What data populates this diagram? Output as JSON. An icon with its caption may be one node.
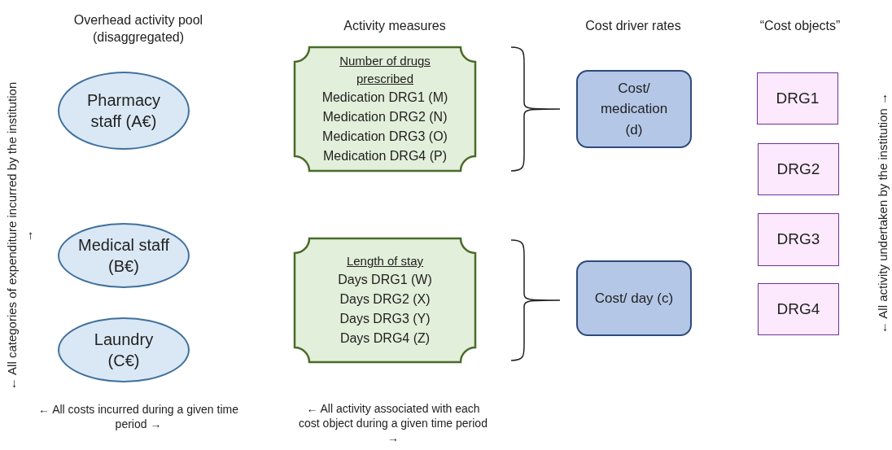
{
  "diagram": {
    "nodes": [
      {
        "text": [
          "Pharmacy staff (A€)"
        ]
      },
      {
        "text": [
          "Medical staff (B€)"
        ]
      },
      {
        "text": [
          "Laundry (C€)"
        ]
      },
      {
        "text": [
          "Number of drugs prescribed",
          "Medication DRG1 (M)",
          "Medication DRG2 (N)",
          "Medication DRG3 (O)",
          "Medication DRG4 (P)"
        ]
      },
      {
        "text": [
          "Length of stay",
          "Days DRG1 (W)",
          "Days DRG2 (X)",
          "Days DRG3 (Y)",
          "Days DRG4 (Z)"
        ]
      },
      {
        "text": [
          "Cost/ medication (d)"
        ]
      },
      {
        "text": [
          "Cost/ day (c)"
        ]
      },
      {
        "text": [
          "DRG1"
        ]
      },
      {
        "text": [
          "DRG2"
        ]
      },
      {
        "text": [
          "DRG3"
        ]
      },
      {
        "text": [
          "DRG4"
        ]
      }
    ],
    "labels": [
      "Overhead activity pool (disaggregated)",
      "Activity measures",
      "Cost driver rates",
      "“Cost objects”",
      "← All categories of expenditure incurred by the institution →",
      "← All activity undertaken by the institution →",
      "← All costs incurred during a given time period →",
      "← All activity associated with each cost object during a given time period →"
    ]
  }
}
